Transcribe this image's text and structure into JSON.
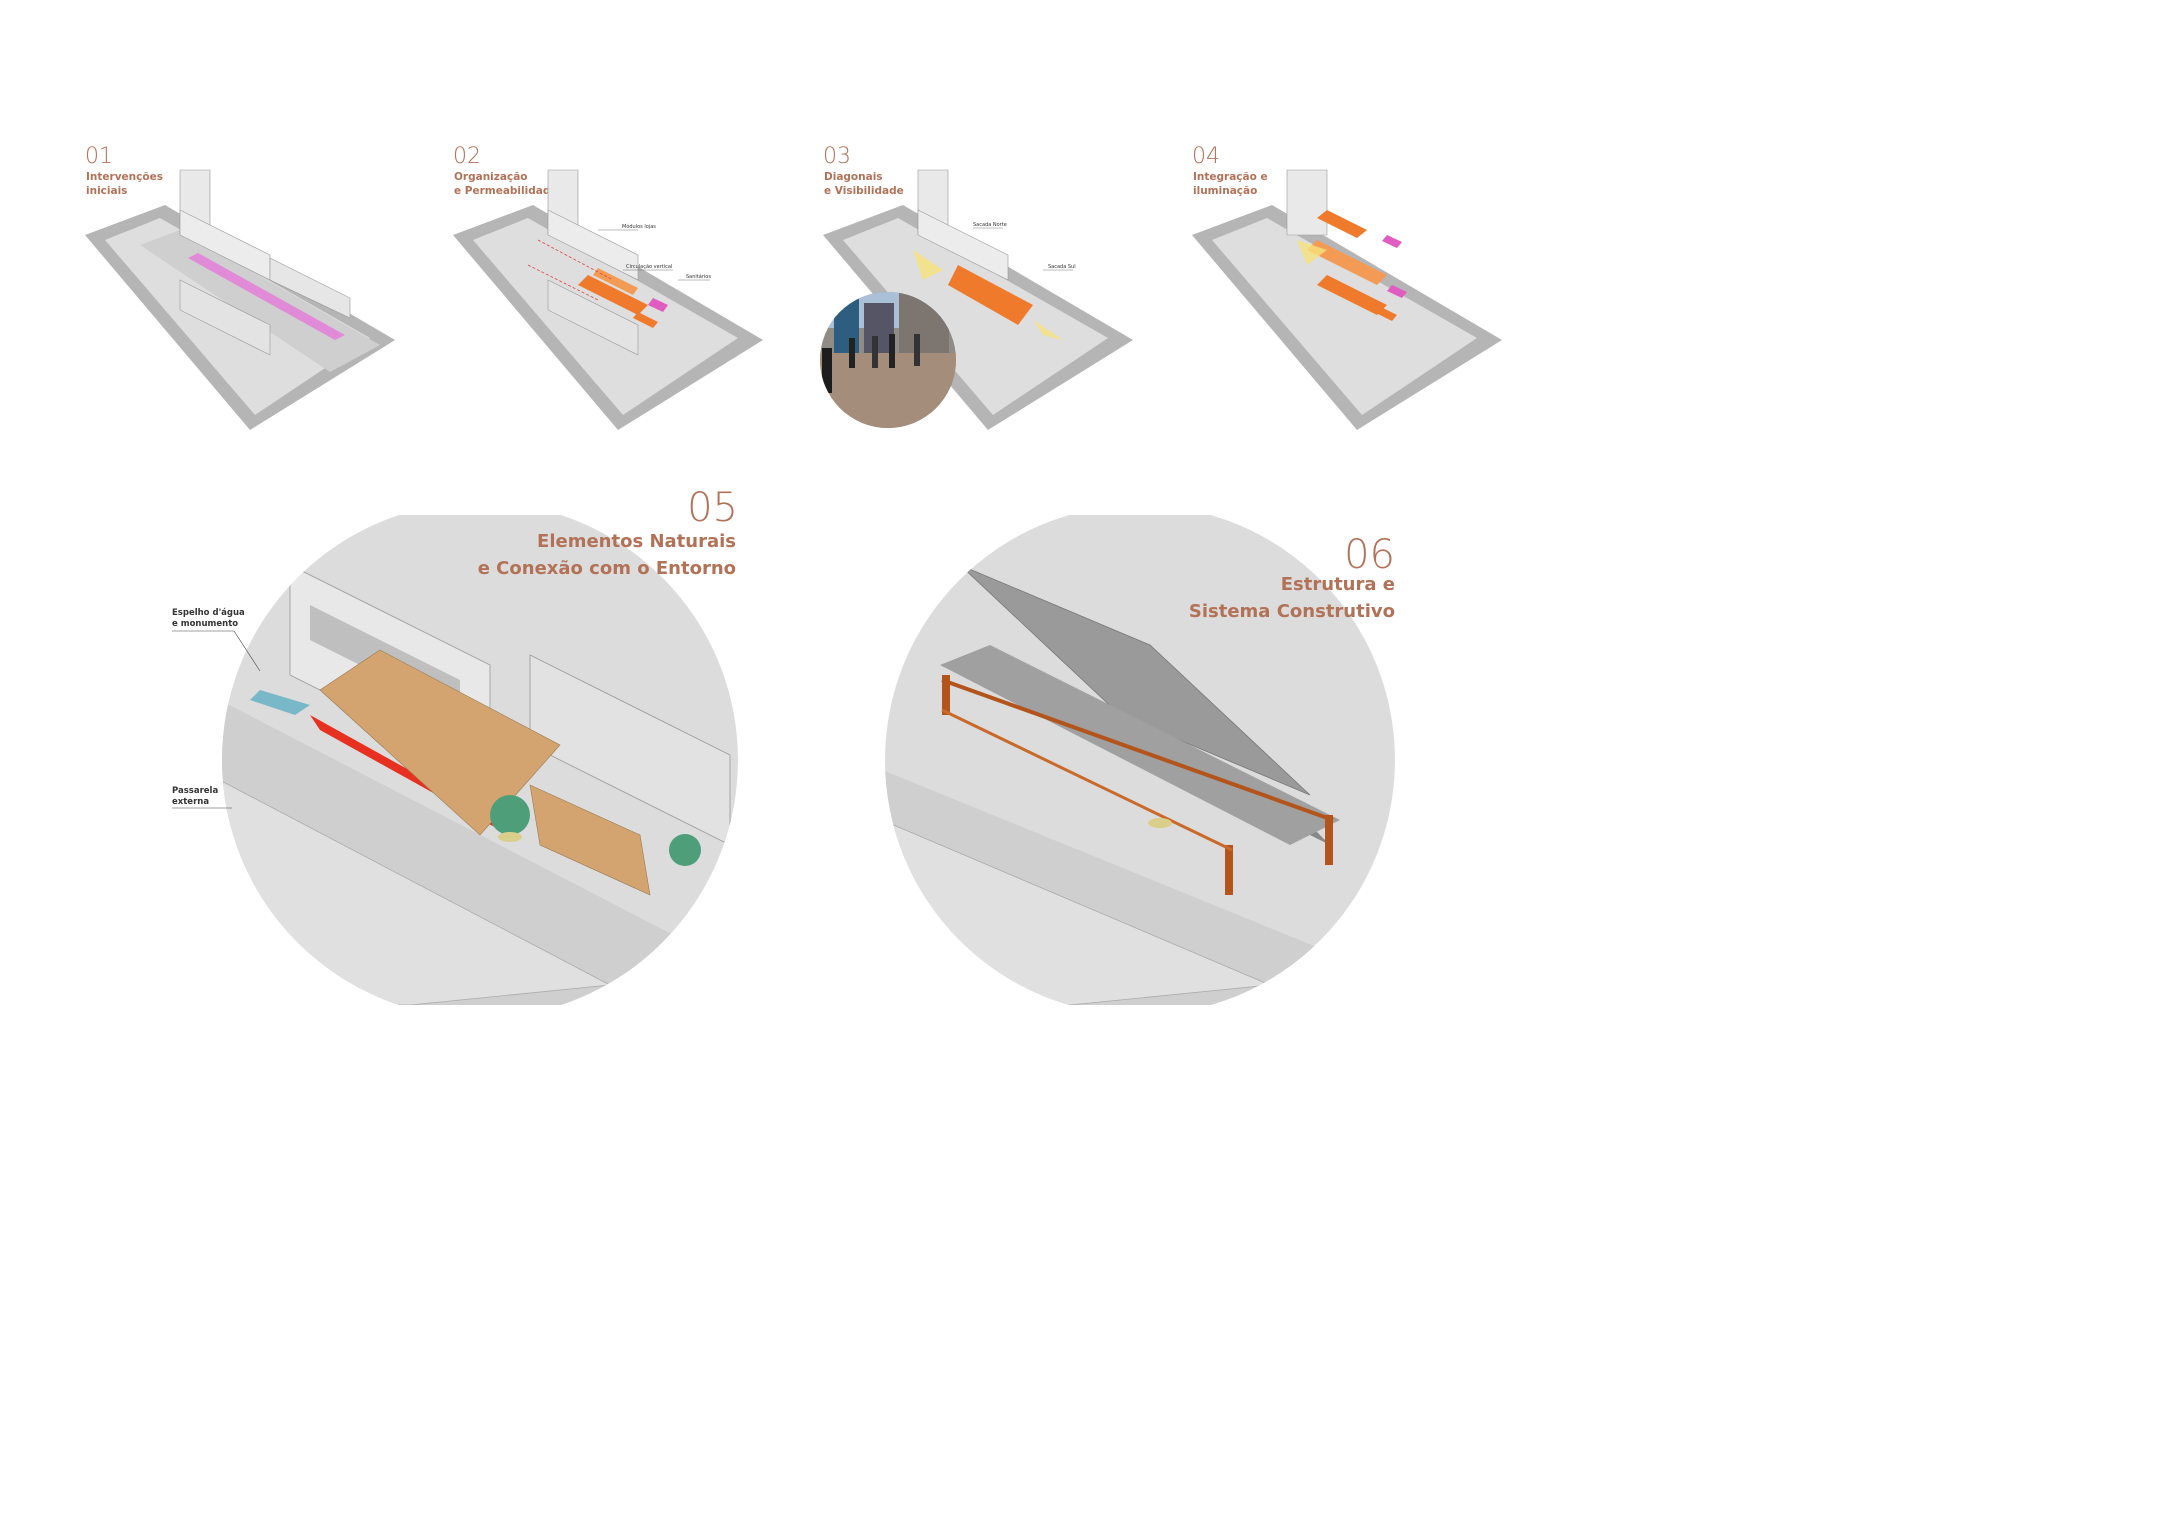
{
  "steps": [
    {
      "number": "01",
      "caption_line1": "Intervenções",
      "caption_line2": "iniciais"
    },
    {
      "number": "02",
      "caption_line1": "Organização",
      "caption_line2": "e Permeabilidade",
      "labels": [
        "Módulos lojas",
        "Circulação vertical",
        "Sanitários"
      ]
    },
    {
      "number": "03",
      "caption_line1": "Diagonais",
      "caption_line2": "e Visibilidade",
      "labels": [
        "Sacada Norte",
        "Sacada Sul"
      ]
    },
    {
      "number": "04",
      "caption_line1": "Integração e",
      "caption_line2": "iluminação"
    }
  ],
  "detail05": {
    "number": "05",
    "title_line1": "Elementos Naturais",
    "title_line2": "e Conexão com o Entorno",
    "annotation1_line1": "Espelho d'água",
    "annotation1_line2": "e monumento",
    "annotation2_line1": "Passarela",
    "annotation2_line2": "externa"
  },
  "detail06": {
    "number": "06",
    "title_line1": "Estrutura e",
    "title_line2": "Sistema Construtivo"
  },
  "colors": {
    "accent": "#b27257",
    "orange": "#f07a2c",
    "pink": "#e05cc0",
    "wood": "#c99a63",
    "steel": "#b2541c",
    "site_gray": "#b5b5b5"
  }
}
